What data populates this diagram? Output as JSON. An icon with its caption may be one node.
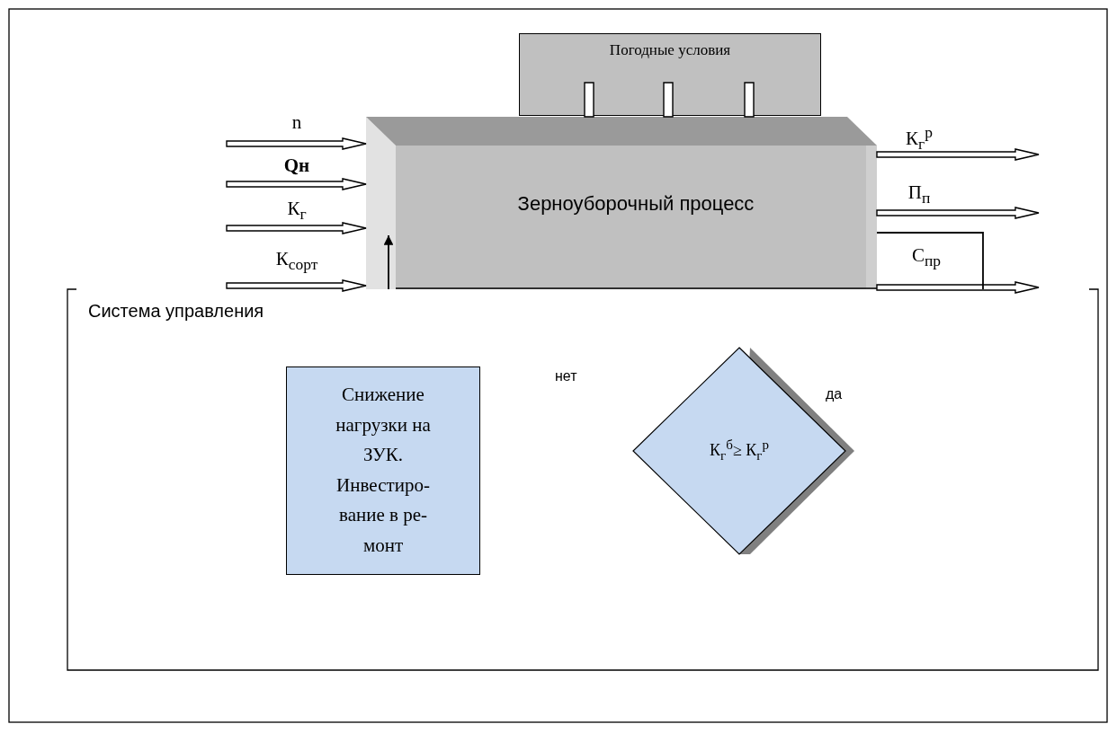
{
  "diagram": {
    "nodes": [
      {
        "text": [
          "Погодные условия"
        ]
      },
      {
        "text": [
          "Зерноуборочный процесс"
        ]
      },
      {
        "text": [
          "Система управления"
        ]
      },
      {
        "text": [
          "Снижение нагрузки на ЗУК. Инвестиро- вание в ре- монт"
        ],
        "in": 2
      },
      {
        "text": [
          "К$_{г}$$^{б}$≥ К$_{г}$$^{р}$"
        ],
        "in": 2
      }
    ],
    "edges": [
      {
        "from": null,
        "to": 1,
        "arrow": "to",
        "label": "n"
      },
      {
        "from": null,
        "to": 1,
        "arrow": "to",
        "label": "Qн"
      },
      {
        "from": null,
        "to": 1,
        "arrow": "to",
        "label": "К$_{г}$"
      },
      {
        "from": null,
        "to": 1,
        "arrow": "to",
        "label": "К$_{сорт}$"
      },
      {
        "from": 1,
        "to": null,
        "arrow": "to",
        "label": "К$_{г}$$^{р}$"
      },
      {
        "from": 1,
        "to": null,
        "arrow": "to",
        "label": "П$_{п}$"
      },
      {
        "from": 1,
        "to": null,
        "arrow": "to",
        "label": "С$_{пр}$"
      },
      {
        "from": 0,
        "to": 1,
        "arrow": "none"
      },
      {
        "from": 0,
        "to": 1,
        "arrow": "none"
      },
      {
        "from": 0,
        "to": 1,
        "arrow": "none"
      },
      {
        "from": 2,
        "to": 1,
        "arrow": "to"
      },
      {
        "from": 1,
        "to": 2,
        "arrow": "none"
      }
    ],
    "labels": [
      "нет",
      "да"
    ]
  }
}
